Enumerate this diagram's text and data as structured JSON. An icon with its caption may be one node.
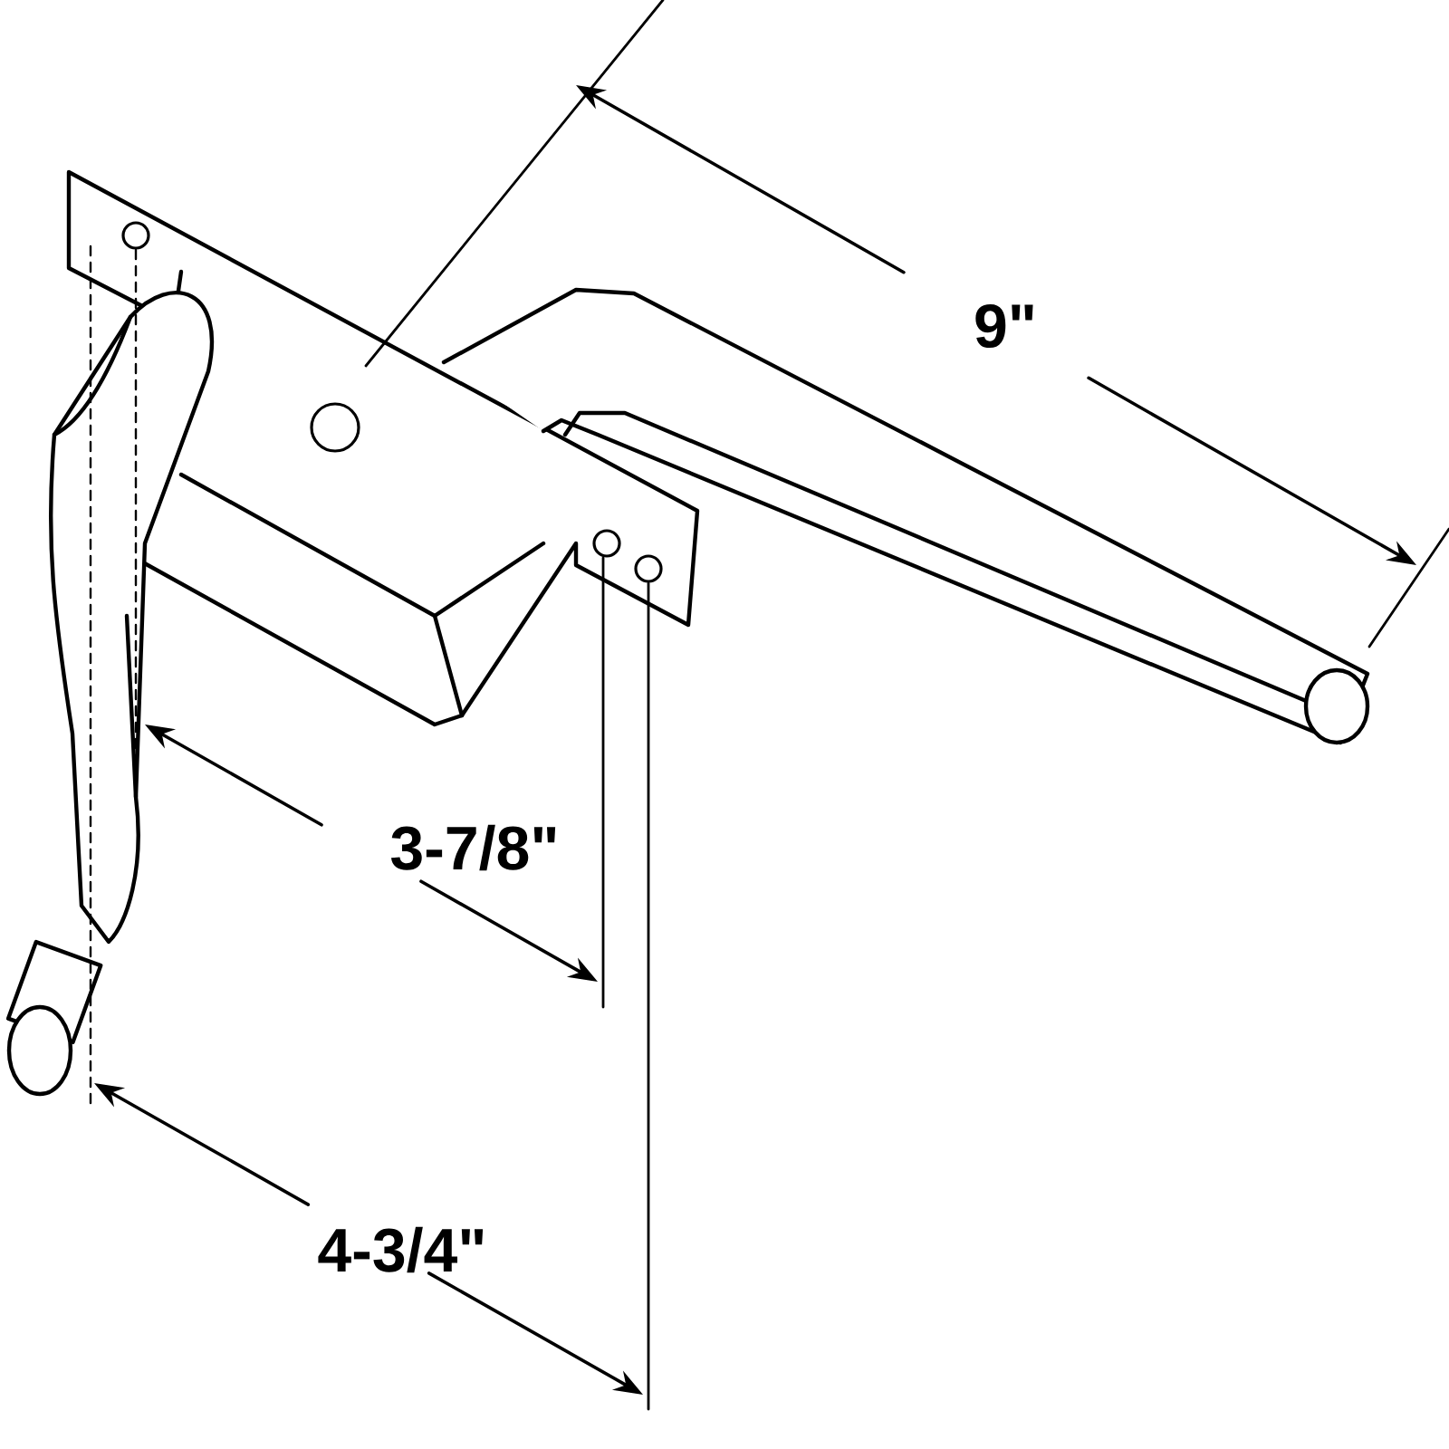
{
  "diagram": {
    "labels": [
      "9\"",
      "3-7/8\"",
      "4-3/4\""
    ]
  }
}
